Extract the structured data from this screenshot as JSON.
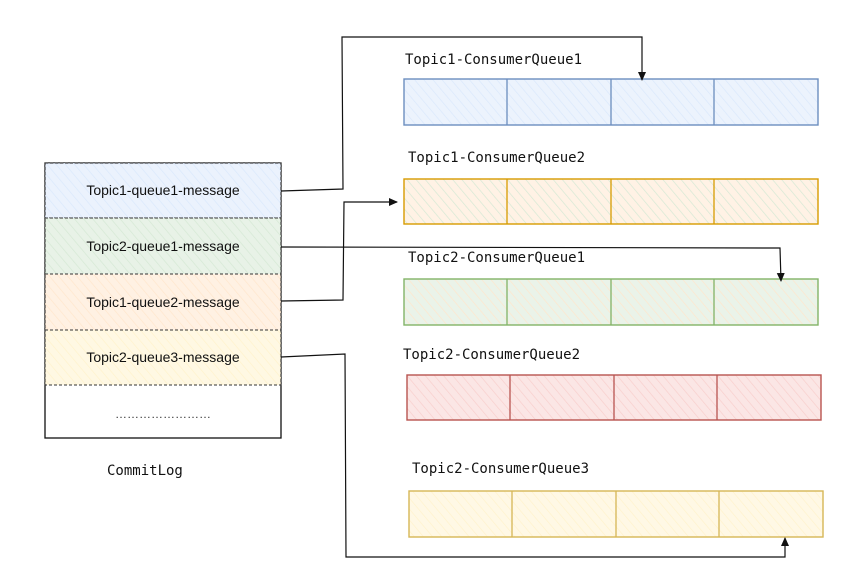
{
  "commitlog": {
    "label": "CommitLog",
    "messages": [
      {
        "text": "Topic1-queue1-message",
        "color": "#dae8fc",
        "stroke": "#6c8ebf"
      },
      {
        "text": "Topic2-queue1-message",
        "color": "#d5e8d4",
        "stroke": "#82b366"
      },
      {
        "text": "Topic1-queue2-message",
        "color": "#ffe6cc",
        "stroke": "#d79b00"
      },
      {
        "text": "Topic2-queue3-message",
        "color": "#fff2cc",
        "stroke": "#d6b656"
      }
    ],
    "ellipsis": "……………………"
  },
  "queues": [
    {
      "label": "Topic1-ConsumerQueue1",
      "fill": "#dae8fc",
      "stroke": "#6c8ebf"
    },
    {
      "label": "Topic1-ConsumerQueue2",
      "fill": "#ffe6cc",
      "stroke": "#d79b00"
    },
    {
      "label": "Topic2-ConsumerQueue1",
      "fill": "#d5e8d4",
      "stroke": "#82b366"
    },
    {
      "label": "Topic2-ConsumerQueue2",
      "fill": "#f8cecc",
      "stroke": "#b85450"
    },
    {
      "label": "Topic2-ConsumerQueue3",
      "fill": "#fff2cc",
      "stroke": "#d6b656"
    }
  ]
}
